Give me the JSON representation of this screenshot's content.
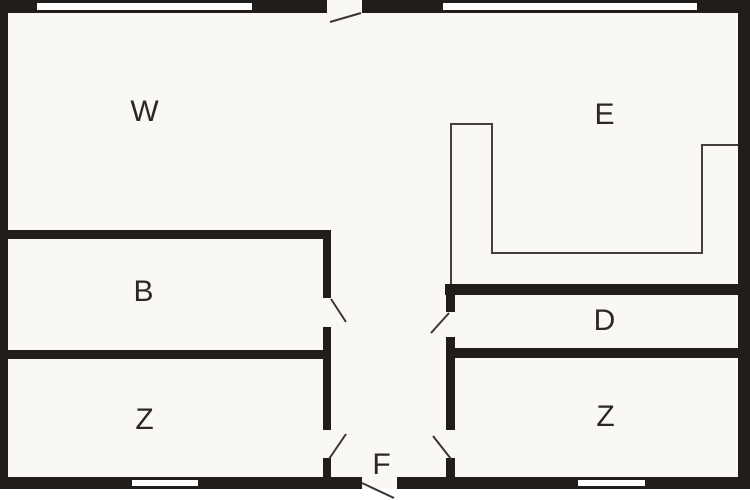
{
  "plan": {
    "type": "floor-plan",
    "rooms": [
      {
        "id": "room-w",
        "label": "W"
      },
      {
        "id": "room-e",
        "label": "E"
      },
      {
        "id": "room-b",
        "label": "B"
      },
      {
        "id": "room-z-left",
        "label": "Z"
      },
      {
        "id": "room-d",
        "label": "D"
      },
      {
        "id": "room-z-right",
        "label": "Z"
      },
      {
        "id": "hall-f",
        "label": "F"
      }
    ],
    "colors": {
      "wall": "#211d1a",
      "floor": "#faf8f5",
      "outside": "#ffffff",
      "thin_line": "#45403b",
      "door_swing": "#3a3531",
      "label": "#2b2723"
    }
  }
}
